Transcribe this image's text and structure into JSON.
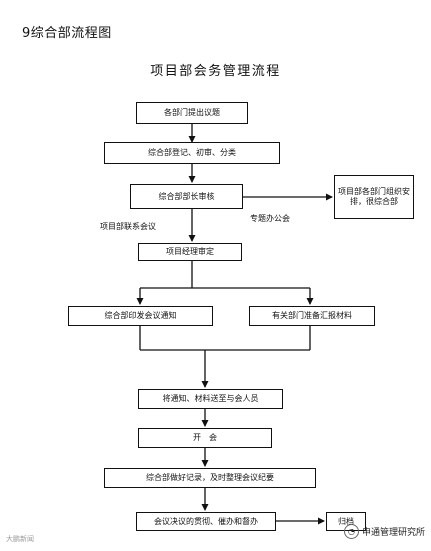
{
  "heading": "9综合部流程图",
  "title": "项目部会务管理流程",
  "nodes": {
    "n1": "各部门提出议题",
    "n2": "综合部登记、初审、分类",
    "n3": "综合部部长审核",
    "n4": "项目部各部门组织安排，很综合部",
    "n5": "项目经理审定",
    "n6": "综合部印发会议通知",
    "n7": "有关部门准备汇报材料",
    "n8": "将通知、材料送至与会人员",
    "n9": "开　会",
    "n10": "综合部做好记录，及时整理会议纪要",
    "n11": "会议决议的贯彻、催办和督办",
    "n12": "归档"
  },
  "edge_labels": {
    "project_meeting": "项目部联系会议",
    "special_meeting": "专题办公会"
  },
  "watermarks": {
    "left": "大鹏新闻",
    "right": "申通管理研究所"
  }
}
